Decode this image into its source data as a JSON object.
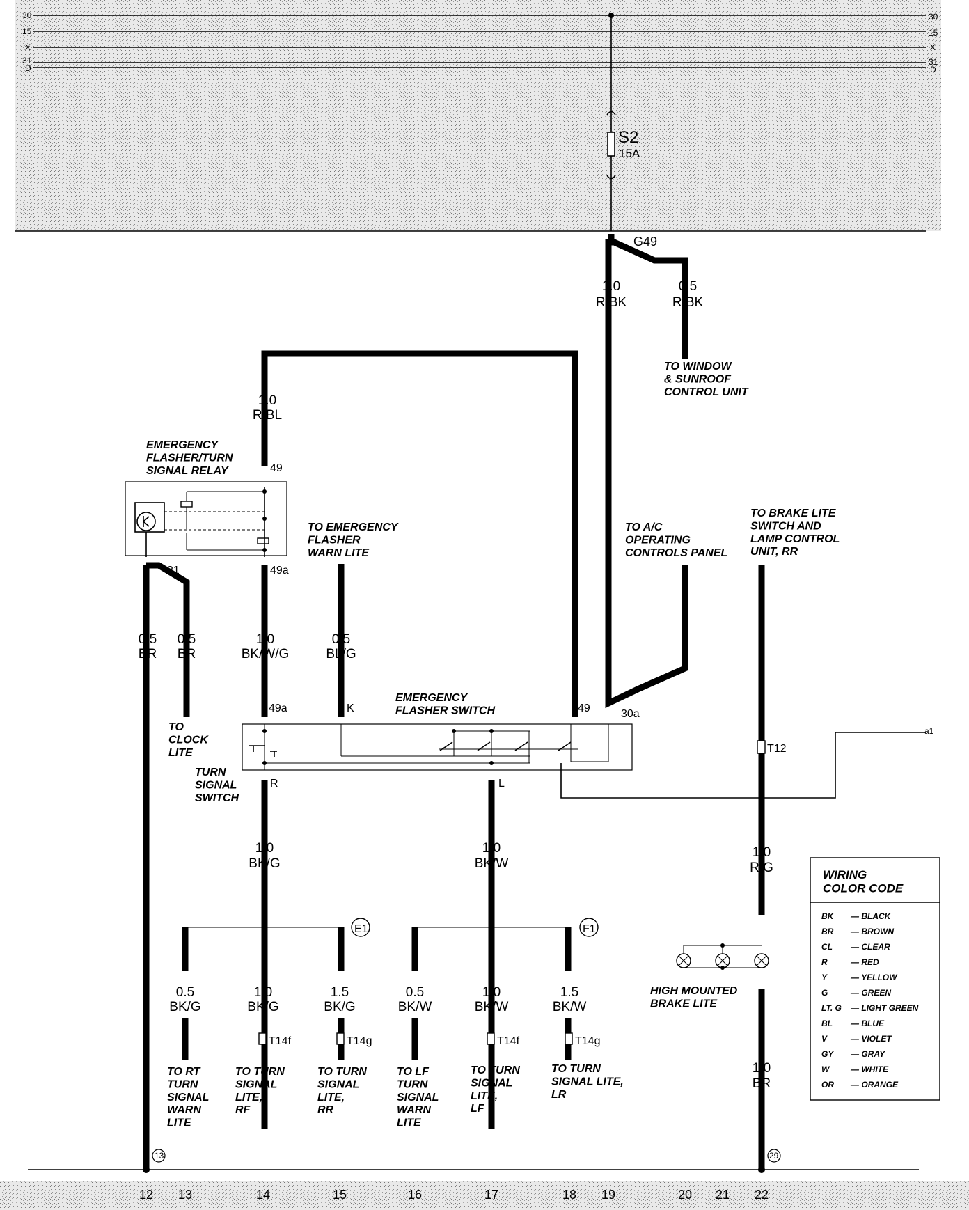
{
  "bus": {
    "rails_left": [
      "30",
      "15",
      "X",
      "31",
      "D"
    ],
    "rails_right": [
      "30",
      "15",
      "X",
      "31",
      "D"
    ]
  },
  "fuse": {
    "id": "S2",
    "rating": "15A"
  },
  "ground_ref": "G49",
  "wires": {
    "w_rbk_main": {
      "gauge": "1.0",
      "color": "R/BK"
    },
    "w_rbk_window": {
      "gauge": "0.5",
      "color": "R/BK"
    },
    "w_rbl": {
      "gauge": "1.0",
      "color": "R/BL"
    },
    "w_br1": {
      "gauge": "0.5",
      "color": "BR"
    },
    "w_br2": {
      "gauge": "0.5",
      "color": "BR"
    },
    "w_bkwg": {
      "gauge": "1.0",
      "color": "BK/W/G"
    },
    "w_blg": {
      "gauge": "0.5",
      "color": "BL/G"
    },
    "w_bkg_r": {
      "gauge": "1.0",
      "color": "BK/G"
    },
    "w_bkw_l": {
      "gauge": "1.0",
      "color": "BK/W"
    },
    "w_rg": {
      "gauge": "1.0",
      "color": "R/G"
    },
    "w_br22": {
      "gauge": "1.0",
      "color": "BR"
    },
    "b13": {
      "gauge": "0.5",
      "color": "BK/G"
    },
    "b14": {
      "gauge": "1.0",
      "color": "BK/G"
    },
    "b15": {
      "gauge": "1.5",
      "color": "BK/G"
    },
    "b16": {
      "gauge": "0.5",
      "color": "BK/W"
    },
    "b17": {
      "gauge": "1.0",
      "color": "BK/W"
    },
    "b18": {
      "gauge": "1.5",
      "color": "BK/W"
    },
    "b22": {
      "gauge": "1.0",
      "color": "BR"
    }
  },
  "notes": {
    "to_window": "TO WINDOW\n& SUNROOF\nCONTROL UNIT",
    "relay_title": "EMERGENCY\nFLASHER/TURN\nSIGNAL RELAY",
    "to_flasher_warn": "TO EMERGENCY\nFLASHER\nWARN LITE",
    "to_ac": "TO A/C\nOPERATING\nCONTROLS PANEL",
    "to_brake": "TO BRAKE LITE\nSWITCH AND\nLAMP CONTROL\nUNIT, RR",
    "to_clock": "TO\nCLOCK\nLITE",
    "turn_switch": "TURN\nSIGNAL\nSWITCH",
    "emerg_switch": "EMERGENCY\nFLASHER SWITCH",
    "high_mounted": "HIGH MOUNTED\nBRAKE LITE",
    "b13": "TO RT\nTURN\nSIGNAL\nWARN\nLITE",
    "b14": "TO TURN\nSIGNAL\nLITE,\nRF",
    "b15": "TO TURN\nSIGNAL\nLITE,\nRR",
    "b16": "TO LF\nTURN\nSIGNAL\nWARN\nLITE",
    "b17": "TO TURN\nSIGNAL\nLITE,\nLF",
    "b18": "TO TURN\nSIGNAL LITE,\nLR"
  },
  "terminals": {
    "t49_relay": "49",
    "t49a_relay": "49a",
    "t31": "31",
    "t49a_sw": "49a",
    "tK": "K",
    "t49_sw": "49",
    "t30a": "30a",
    "tR": "R",
    "tL": "L",
    "a1": "a1"
  },
  "connectors": {
    "c_t12": "T12",
    "c_14": "T14f",
    "c_15": "T14g",
    "c_17": "T14f",
    "c_18": "T14g"
  },
  "splices": {
    "e1": "E1",
    "f1": "F1"
  },
  "grounds": {
    "g13": "13",
    "g29": "29"
  },
  "columns": [
    "12",
    "13",
    "14",
    "15",
    "16",
    "17",
    "18",
    "19",
    "20",
    "21",
    "22"
  ],
  "legend": {
    "title": "WIRING\nCOLOR CODE",
    "entries": [
      {
        "code": "BK",
        "name": "BLACK"
      },
      {
        "code": "BR",
        "name": "BROWN"
      },
      {
        "code": "CL",
        "name": "CLEAR"
      },
      {
        "code": "R",
        "name": "RED"
      },
      {
        "code": "Y",
        "name": "YELLOW"
      },
      {
        "code": "G",
        "name": "GREEN"
      },
      {
        "code": "LT. G",
        "name": "LIGHT GREEN"
      },
      {
        "code": "BL",
        "name": "BLUE"
      },
      {
        "code": "V",
        "name": "VIOLET"
      },
      {
        "code": "GY",
        "name": "GRAY"
      },
      {
        "code": "W",
        "name": "WHITE"
      },
      {
        "code": "OR",
        "name": "ORANGE"
      }
    ]
  }
}
